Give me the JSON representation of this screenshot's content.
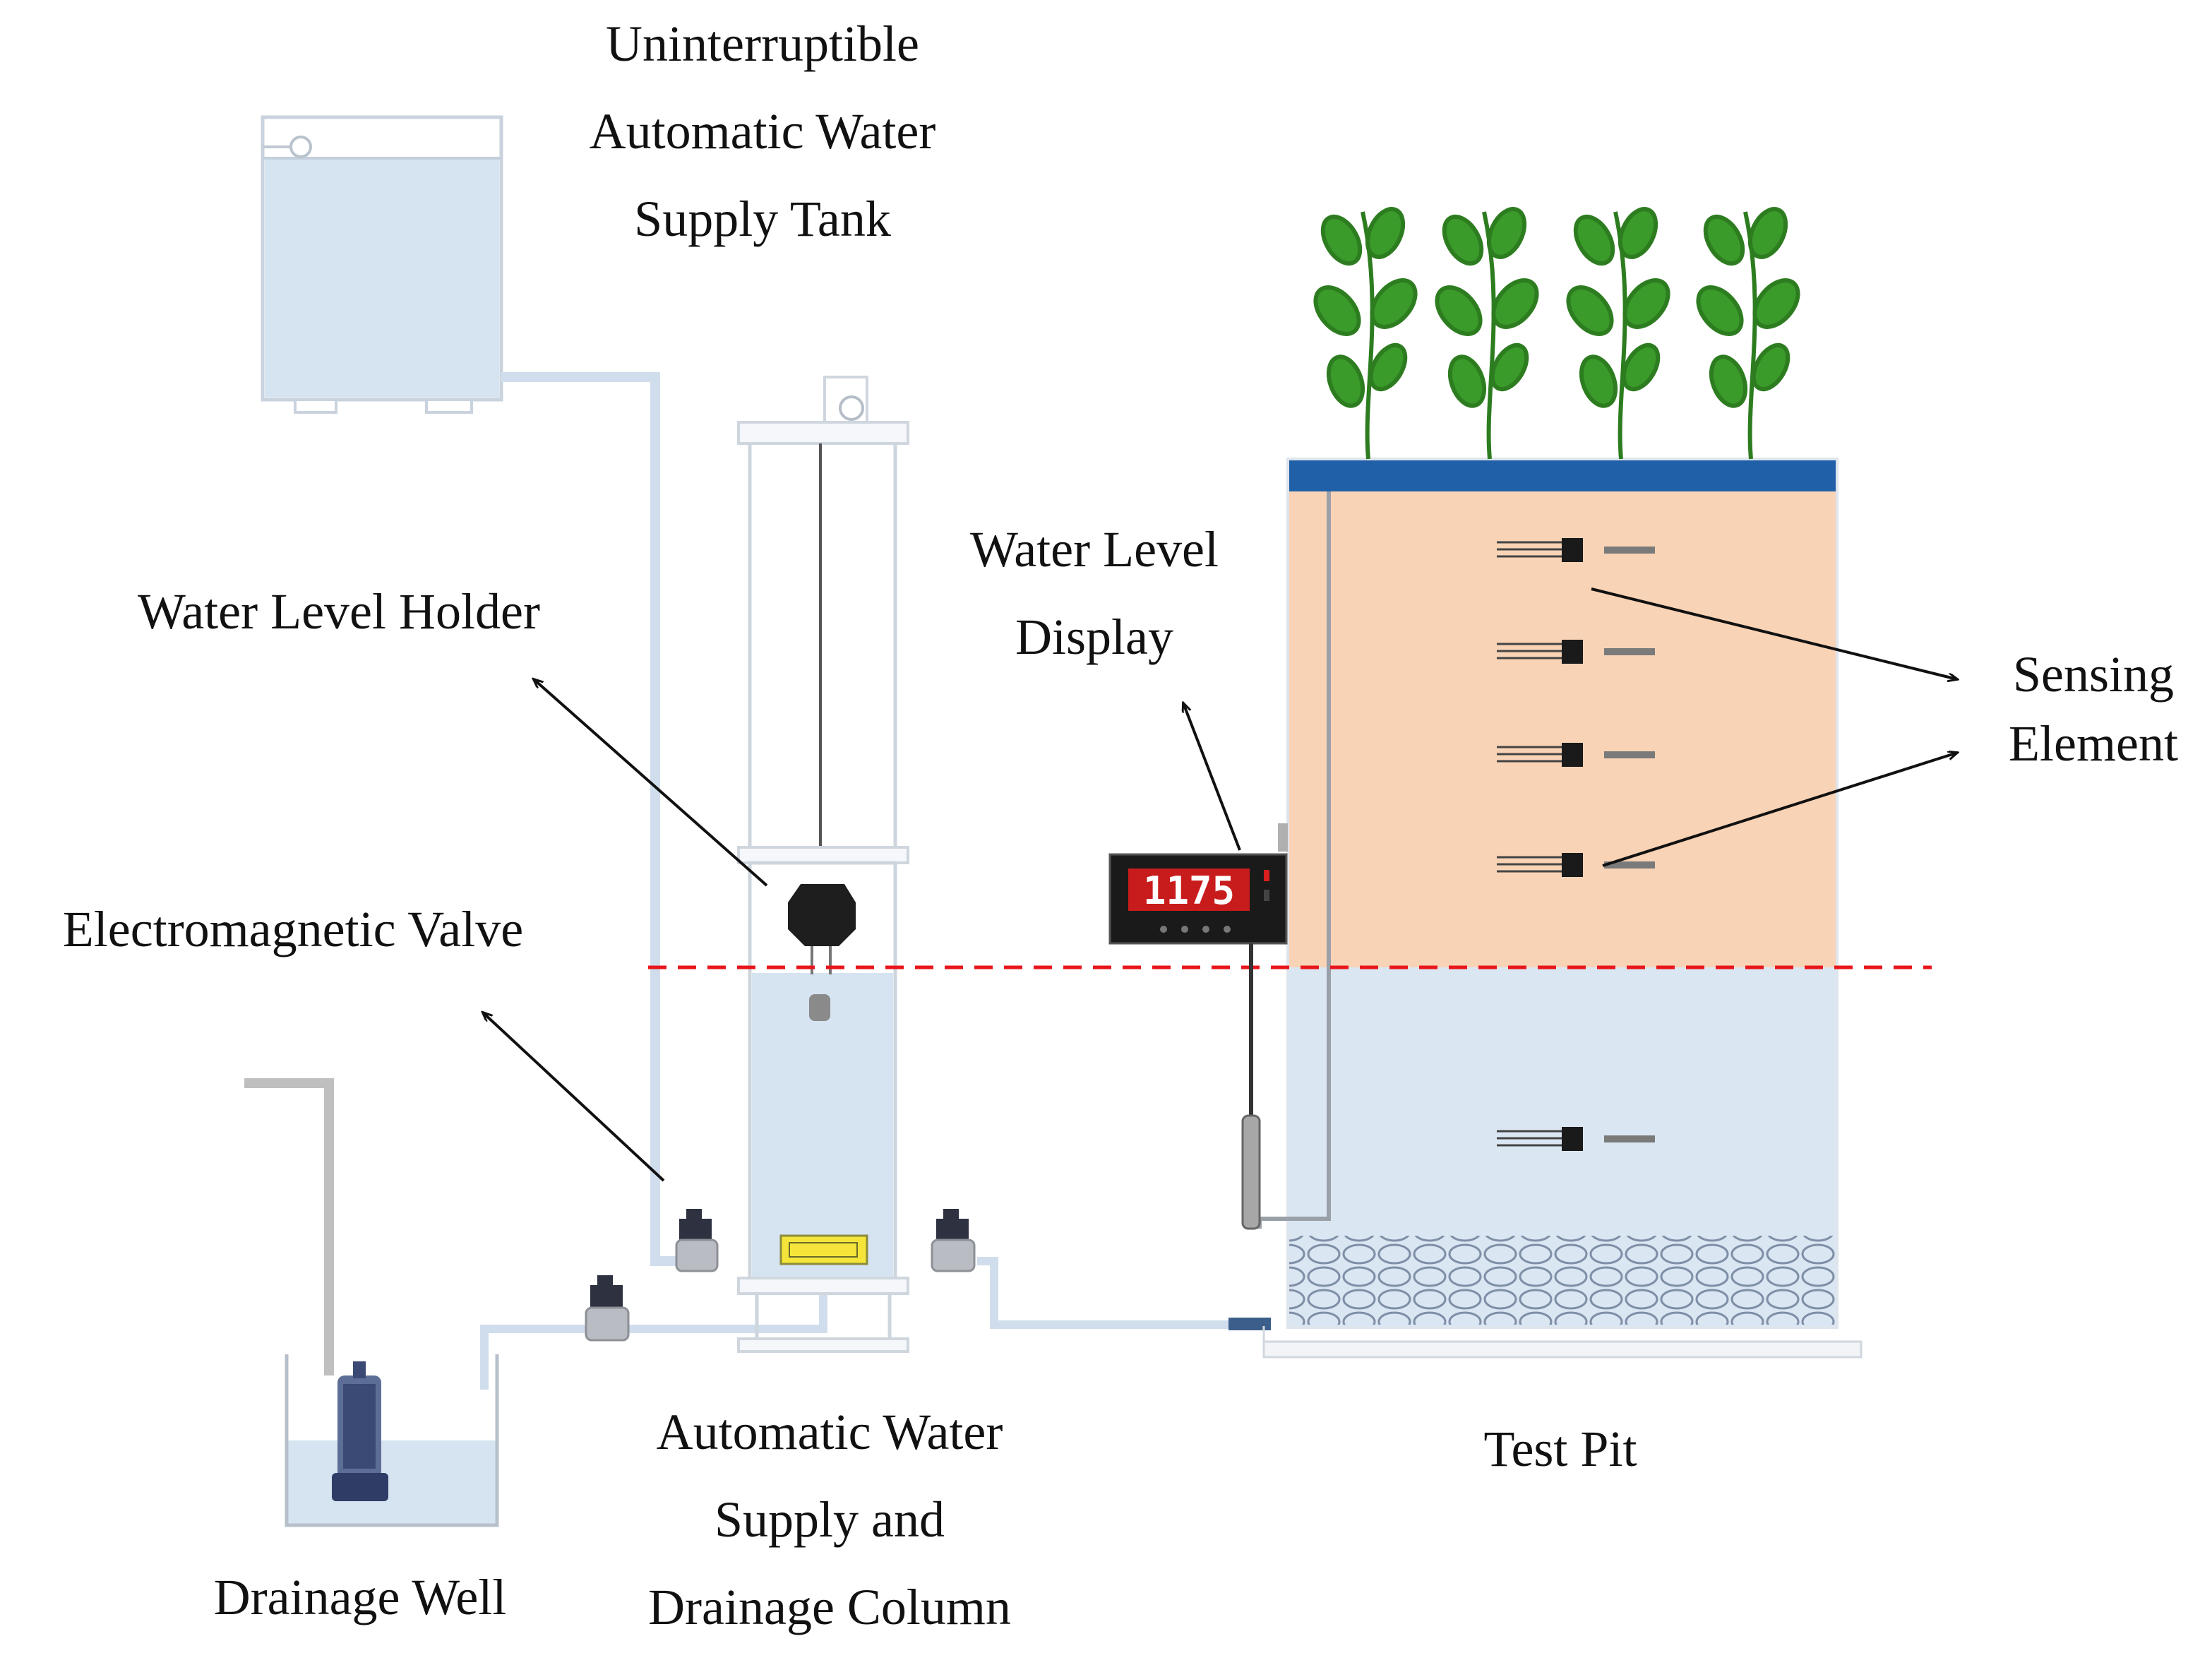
{
  "labels": {
    "tank": [
      "Uninterruptible",
      "Automatic Water",
      "Supply Tank"
    ],
    "holder": "Water Level Holder",
    "valve": "Electromagnetic Valve",
    "display": [
      "Water Level",
      "Display"
    ],
    "sensing": [
      "Sensing",
      "Element"
    ],
    "column": [
      "Automatic Water",
      "Supply and",
      "Drainage Column"
    ],
    "pit": "Test Pit",
    "well": "Drainage Well"
  },
  "display_reading": "1175",
  "colors": {
    "soil": "#f9d3b6",
    "water": "#dbe6f3",
    "pipe": "#d0ddec",
    "pit_cap": "#2060a8",
    "water_table_line": "#e8161b",
    "plant": "#3a9a2a",
    "display_bg": "#1a1a1a",
    "display_led": "#d81e1e"
  }
}
